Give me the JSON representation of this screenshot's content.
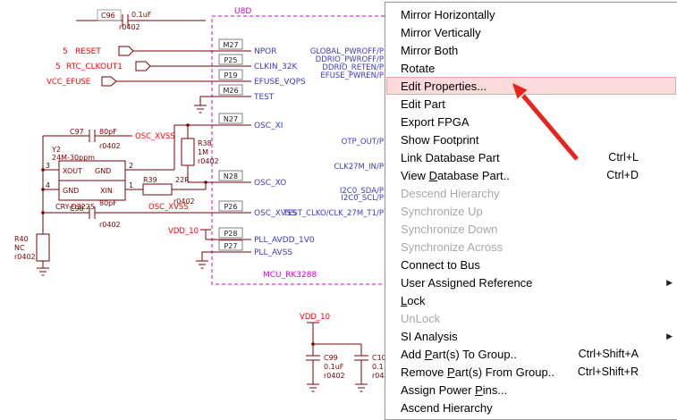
{
  "menu": {
    "items": [
      {
        "label": "Mirror Horizontally"
      },
      {
        "label": "Mirror Vertically"
      },
      {
        "label": "Mirror Both"
      },
      {
        "label": "Rotate"
      },
      {
        "label": "Edit Properties...",
        "state": "highlighted"
      },
      {
        "label": "Edit Part"
      },
      {
        "label": "Export FPGA"
      },
      {
        "label": "Show Footprint"
      },
      {
        "label": "Link Database Part",
        "shortcut": "Ctrl+L"
      },
      {
        "label": "View Database Part..",
        "shortcut": "Ctrl+D",
        "u": 5
      },
      {
        "label": "Descend Hierarchy",
        "state": "disabled"
      },
      {
        "label": "Synchronize Up",
        "state": "disabled"
      },
      {
        "label": "Synchronize Down",
        "state": "disabled"
      },
      {
        "label": "Synchronize Across",
        "state": "disabled"
      },
      {
        "label": "Connect to Bus"
      },
      {
        "label": "User Assigned Reference",
        "submenu": true
      },
      {
        "label": "Lock",
        "u": 0
      },
      {
        "label": "UnLock",
        "state": "disabled"
      },
      {
        "label": "SI Analysis",
        "submenu": true
      },
      {
        "label": "Add Part(s) To Group..",
        "shortcut": "Ctrl+Shift+A",
        "u": 4
      },
      {
        "label": "Remove Part(s) From Group..",
        "shortcut": "Ctrl+Shift+R",
        "u": 7
      },
      {
        "label": "Assign Power Pins...",
        "u": 13
      },
      {
        "label": "Ascend Hierarchy"
      }
    ]
  },
  "schematic": {
    "ic_ref": "U8D",
    "ic_part": "MCU_RK3288",
    "nets": {
      "reset": "RESET",
      "reset_page": "5",
      "rtc": "RTC_CLKOUT1",
      "rtc_page": "5",
      "vcc_efuse": "VCC_EFUSE",
      "osc_xvss_1": "OSC_XVSS",
      "osc_xvss_2": "OSC_XVSS",
      "vdd10_pll": "VDD_10",
      "vdd10_bottom": "VDD_10"
    },
    "left_pins": [
      {
        "num": "M27",
        "name": "NPOR"
      },
      {
        "num": "P25",
        "name": "CLKIN_32K"
      },
      {
        "num": "P19",
        "name": "EFUSE_VQPS"
      },
      {
        "num": "M26",
        "name": "TEST"
      },
      {
        "num": "N27",
        "name": "OSC_XI"
      },
      {
        "num": "N28",
        "name": "OSC_XO"
      },
      {
        "num": "P26",
        "name": "OSC_XVSS"
      },
      {
        "num": "P28",
        "name": "PLL_AVDD_1V0"
      },
      {
        "num": "P27",
        "name": "PLL_AVSS"
      }
    ],
    "right_labels": [
      "GLOBAL_PWROFF/P",
      "DDRIO_PWROFF/P",
      "DDRIO_RETEN/P",
      "EFUSE_PWREN/P",
      "OTP_OUT/P",
      "CLK27M_IN/P",
      "I2C0_SDA/P",
      "I2C0_SCL/P",
      "TEST_CLKO/CLK_27M_T1/P"
    ],
    "components": {
      "c96": {
        "ref": "C96",
        "value": "0.1uF",
        "footprint": "r0402"
      },
      "c97": {
        "ref": "C97",
        "value": "80pF",
        "footprint": "r0402"
      },
      "c98": {
        "ref": "C98",
        "value": "80pF",
        "footprint": "r0402"
      },
      "c99": {
        "ref": "C99",
        "value": "0.1uF",
        "footprint": "r0402"
      },
      "c100": {
        "ref": "C10",
        "value": "0.1",
        "footprint": "r04"
      },
      "r38": {
        "ref": "R38",
        "value": "1M",
        "footprint": "r0402"
      },
      "r39": {
        "ref": "R39",
        "value": "22R",
        "footprint": "r0402"
      },
      "r40": {
        "ref": "R40",
        "value": "NC",
        "footprint": "r0402"
      },
      "y2": {
        "ref": "Y2",
        "value": "24M-30ppm",
        "part": "CRY-D3225",
        "pins": [
          "3",
          "2",
          "4",
          "1"
        ],
        "labels": [
          "XOUT",
          "GND",
          "GND",
          "XIN"
        ]
      }
    },
    "colors": {
      "wire": "#7b0101",
      "symbol_outline": "#d400d4",
      "net_label": "#ff0000",
      "pin_name": "#3a3ac6",
      "menu_highlight": "#fadadb",
      "annotation_arrow": "#e8251d"
    }
  }
}
